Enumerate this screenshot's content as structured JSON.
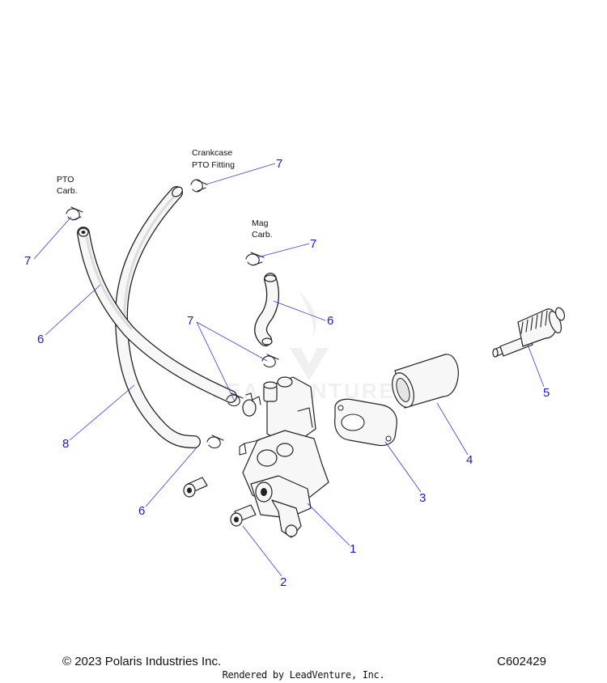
{
  "notes": {
    "pto_carb": [
      "PTO",
      "Carb."
    ],
    "crankcase": [
      "Crankcase",
      "PTO Fitting"
    ],
    "mag_carb": [
      "Mag",
      "Carb."
    ]
  },
  "callouts": {
    "c7_top": "7",
    "c7_left": "7",
    "c7_mag": "7",
    "c7_mid": "7",
    "c6_left": "6",
    "c6_mag": "6",
    "c6_bottom": "6",
    "c8": "8",
    "c5": "5",
    "c4": "4",
    "c3": "3",
    "c1": "1",
    "c2": "2"
  },
  "watermark": "LEADVENTURE",
  "footer": {
    "copyright": "© 2023 Polaris Industries Inc.",
    "code": "C602429",
    "credit": "Rendered by LeadVenture, Inc."
  }
}
